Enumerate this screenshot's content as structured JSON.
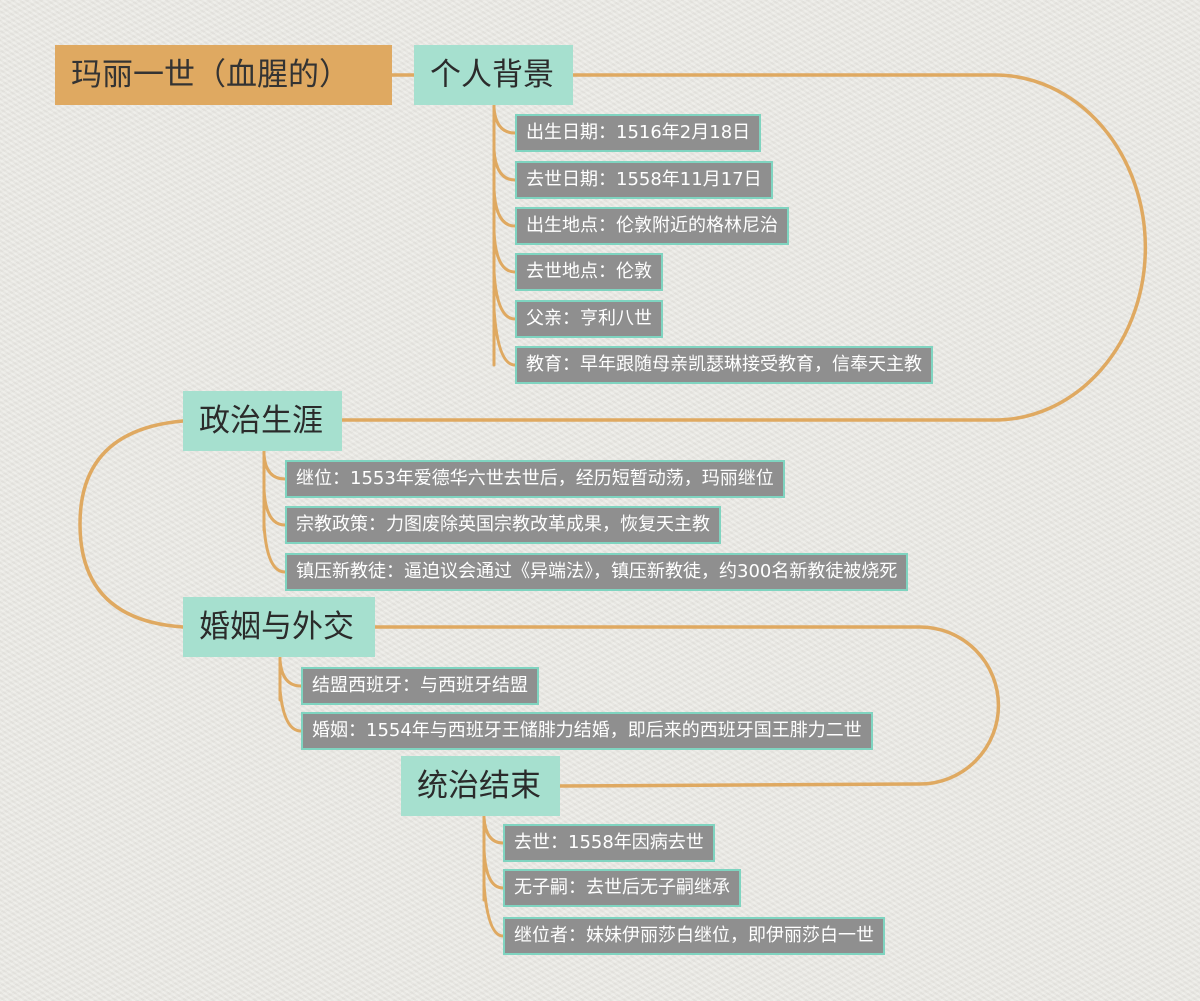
{
  "root": {
    "label": "玛丽一世（血腥的）"
  },
  "topics": [
    {
      "label": "个人背景",
      "items": [
        "出生日期：1516年2月18日",
        "去世日期：1558年11月17日",
        "出生地点：伦敦附近的格林尼治",
        "去世地点：伦敦",
        "父亲：亨利八世",
        "教育：早年跟随母亲凯瑟琳接受教育，信奉天主教"
      ]
    },
    {
      "label": "政治生涯",
      "items": [
        "继位：1553年爱德华六世去世后，经历短暂动荡，玛丽继位",
        "宗教政策：力图废除英国宗教改革成果，恢复天主教",
        "镇压新教徒：逼迫议会通过《异端法》，镇压新教徒，约300名新教徒被烧死"
      ]
    },
    {
      "label": "婚姻与外交",
      "items": [
        "结盟西班牙：与西班牙结盟",
        "婚姻：1554年与西班牙王储腓力结婚，即后来的西班牙国王腓力二世"
      ]
    },
    {
      "label": "统治结束",
      "items": [
        "去世：1558年因病去世",
        "无子嗣：去世后无子嗣继承",
        "继位者：妹妹伊丽莎白继位，即伊丽莎白一世"
      ]
    }
  ],
  "colors": {
    "root": "#dfa961",
    "topic": "#a6e0cf",
    "leaf": "#8f8f8f",
    "leaf_border": "#7fd4c0",
    "connector": "#dfa961"
  }
}
